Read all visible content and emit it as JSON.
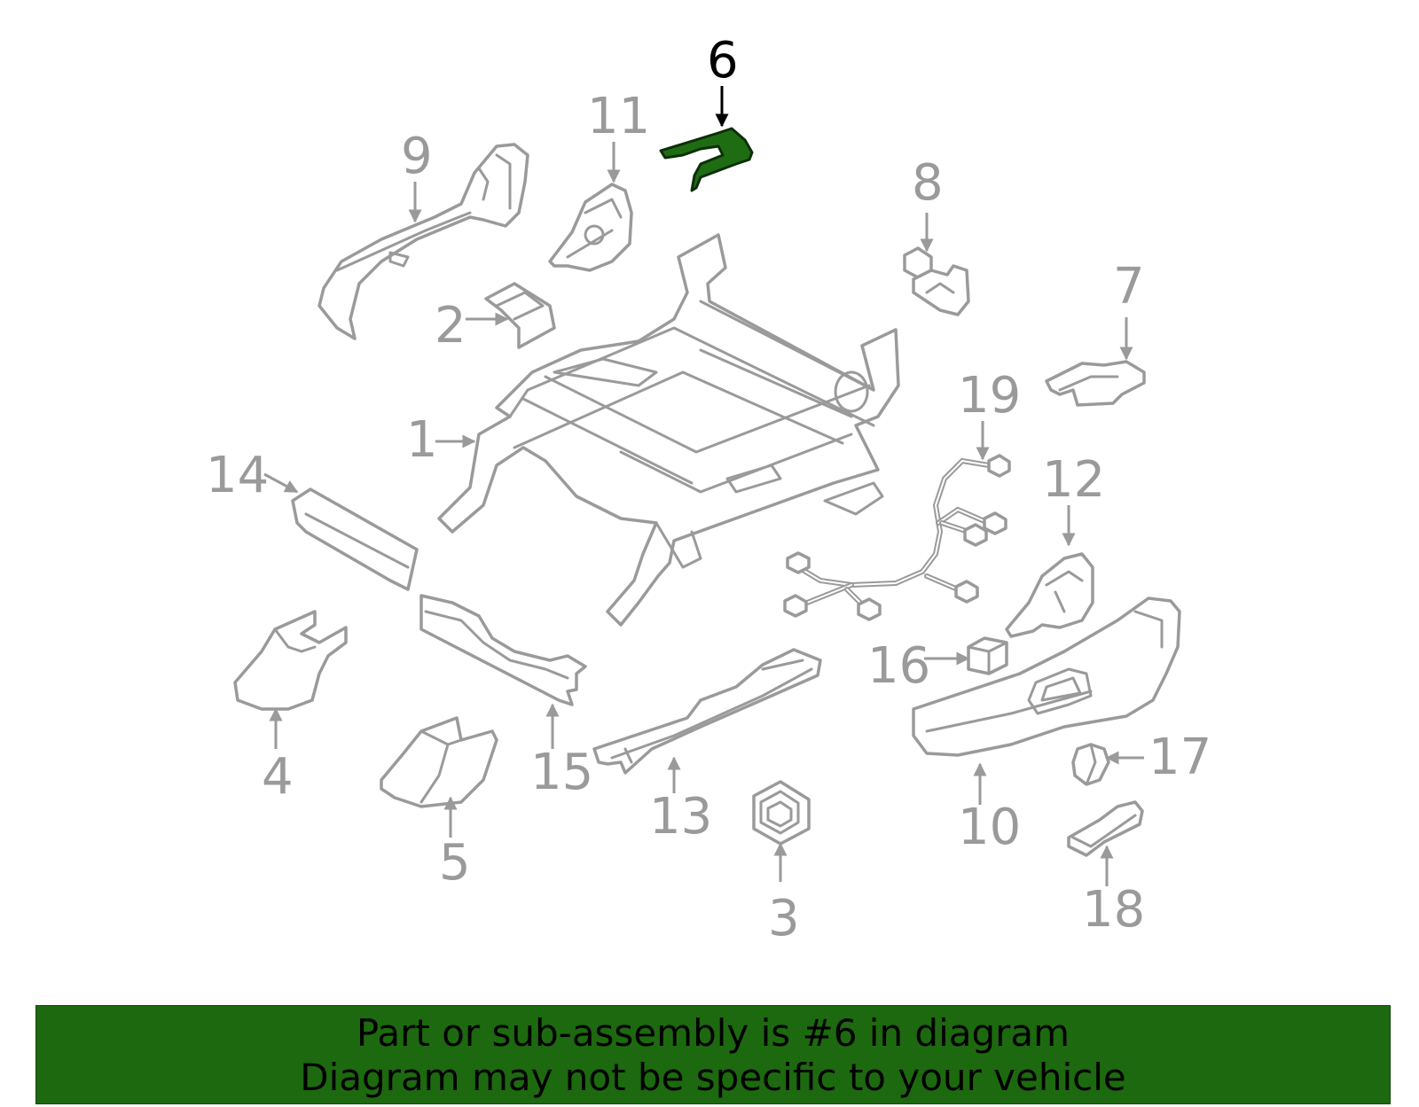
{
  "highlighted_part": "6",
  "callouts": [
    "1",
    "2",
    "3",
    "4",
    "5",
    "6",
    "7",
    "8",
    "9",
    "10",
    "11",
    "12",
    "13",
    "14",
    "15",
    "16",
    "17",
    "18",
    "19"
  ],
  "banner": {
    "line1": "Part or sub-assembly is #6 in diagram",
    "line2": "Diagram may not be specific to your vehicle"
  },
  "colors": {
    "part_stroke": "#9a9a9a",
    "highlight_fill": "#1f6d13",
    "banner_background": "#1d690f"
  }
}
